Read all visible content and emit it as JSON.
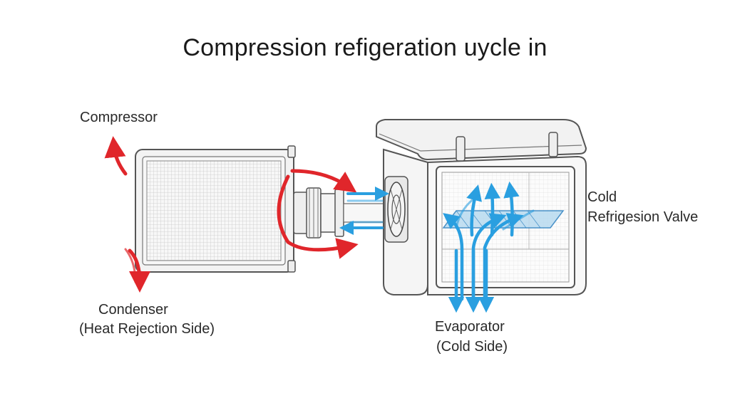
{
  "title": "Compression refigeration uycle in",
  "labels": {
    "compressor": "Compressor",
    "condenser": "Condenser",
    "condenser_sub": "(Heat Rejection Side)",
    "cold": "Cold",
    "valve": "Refrigesion Valve",
    "evaporator": "Evaporator",
    "evaporator_sub": "(Cold Side)"
  },
  "colors": {
    "hot": "#e0262b",
    "cold": "#2a9fe0",
    "line": "#555555"
  },
  "icons": [
    "condenser-coil",
    "cooler-box",
    "fan",
    "pipe-connector",
    "hot-arrows",
    "cold-arrows"
  ]
}
